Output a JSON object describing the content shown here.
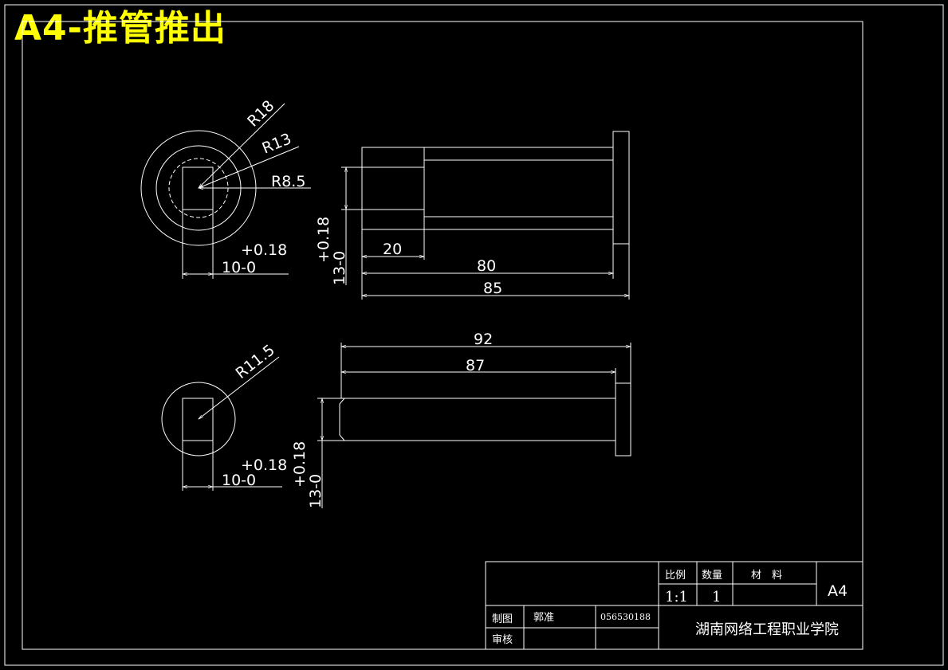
{
  "title": "A4-推管推出",
  "part1": {
    "radius_labels": [
      "R18",
      "R13",
      "R8.5"
    ],
    "tolerance_upper": "+0.18",
    "width_label": "10-0",
    "height_upper": "+0.18",
    "height_label": "13-0",
    "length_labels": [
      "20",
      "80",
      "85"
    ]
  },
  "part2": {
    "radius_label": "R11.5",
    "tolerance_upper": "+0.18",
    "width_label": "10-0",
    "height_upper": "+0.18",
    "height_label": "13-0",
    "length_labels": [
      "92",
      "87"
    ]
  },
  "title_block": {
    "scale_header": "比例",
    "quantity_header": "数量",
    "material_header": "材　料",
    "scale_value": "1:1",
    "quantity_value": "1",
    "sheet_size": "A4",
    "drawn_label": "制图",
    "drawn_name": "郭准",
    "student_id": "056530188",
    "checked_label": "审核",
    "institution": "湖南网络工程职业学院"
  },
  "colors": {
    "background": "#000000",
    "line": "#ffffff",
    "title": "#ffff00"
  }
}
